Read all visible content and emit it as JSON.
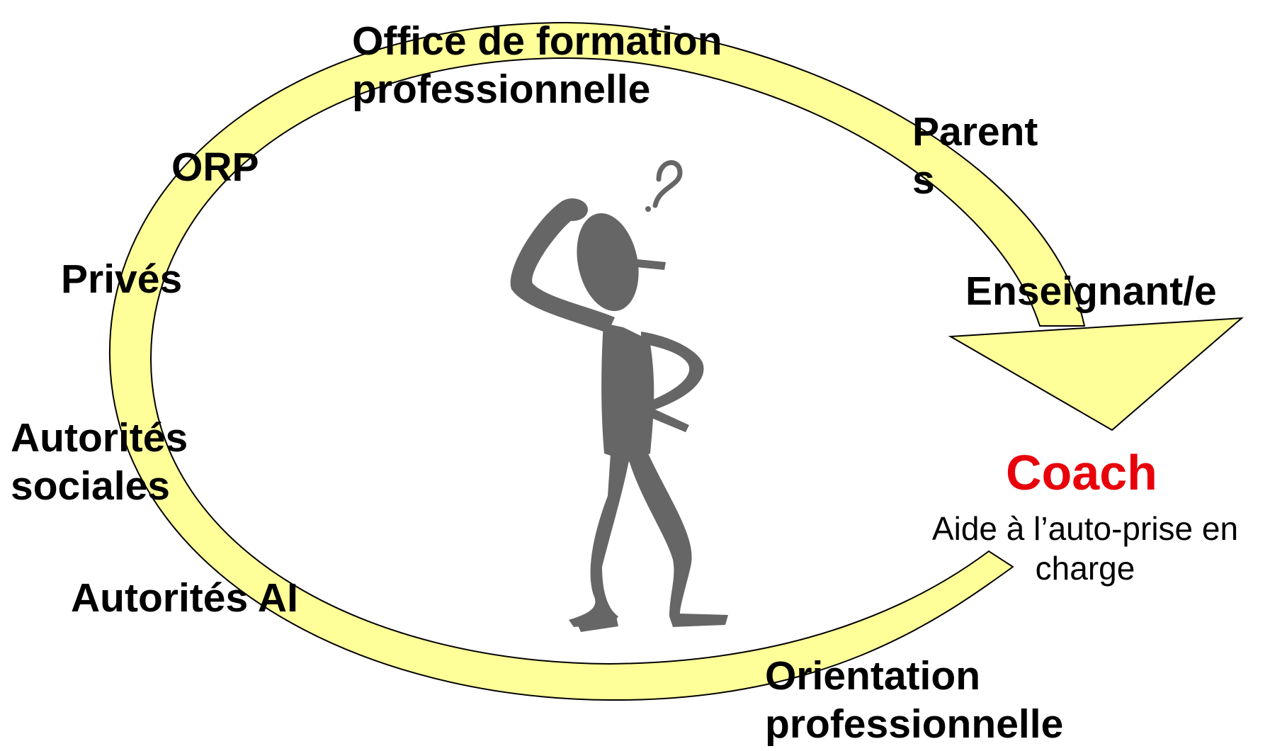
{
  "colors": {
    "ring_fill": "#FFFF99",
    "ring_stroke": "#000000",
    "figure": "#666666",
    "coach": "#E8000B",
    "text": "#000000"
  },
  "icons": {
    "figure": "thinking-stick-figure-icon",
    "question": "question-mark-icon"
  },
  "labels": {
    "office": [
      "Office de formation",
      "professionnelle"
    ],
    "parents": [
      "Parent",
      "s"
    ],
    "orp": "ORP",
    "prives": "Privés",
    "enseignant": "Enseignant/e",
    "autorites_sociales": [
      "Autorités",
      "sociales"
    ],
    "autorites_ai": "Autorités AI",
    "orientation": [
      "Orientation",
      "professionnelle"
    ]
  },
  "coach": {
    "title": "Coach",
    "subtitle": [
      "Aide à l’auto-prise en",
      "charge"
    ]
  }
}
